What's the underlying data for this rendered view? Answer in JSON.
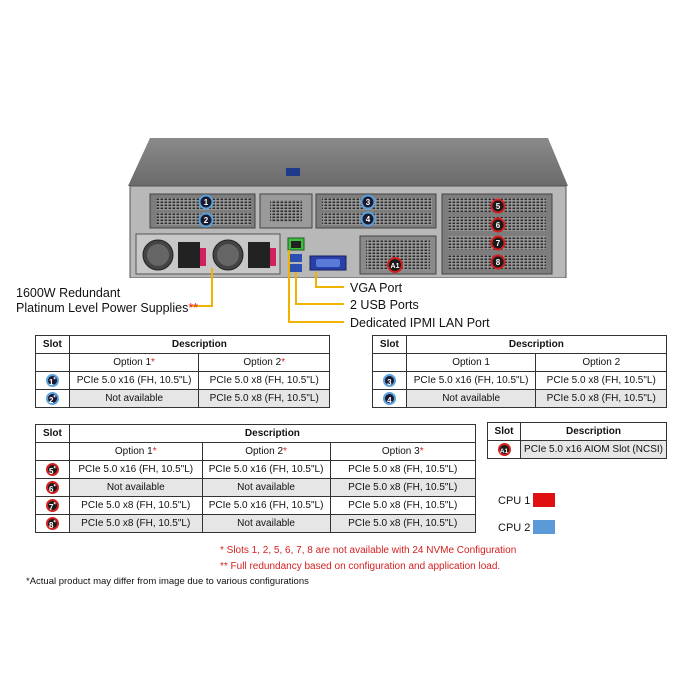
{
  "colors": {
    "cpu1": "#e01010",
    "cpu2": "#5a9ad8",
    "callout_line": "#f0b400",
    "note_red": "#d42020"
  },
  "callouts": {
    "psu_line1": "1600W Redundant",
    "psu_line2": "Platinum Level Power Supplies",
    "psu_star": "**",
    "vga": "VGA Port",
    "usb": "2 USB Ports",
    "ipmi": "Dedicated IPMI  LAN Port"
  },
  "server_badges": {
    "b1": "1",
    "b2": "2",
    "b3": "3",
    "b4": "4",
    "b5": "5",
    "b6": "6",
    "b7": "7",
    "b8": "8",
    "ba1": "A1"
  },
  "table1": {
    "slot_header": "Slot",
    "desc_header": "Description",
    "option1": "Option 1",
    "option1_star": "*",
    "option2": "Option 2",
    "option2_star": "*",
    "rows": [
      {
        "slot": "1",
        "star": "*",
        "opt1": "PCIe 5.0 x16 (FH, 10.5\"L)",
        "opt2": "PCIe 5.0 x8 (FH, 10.5\"L)"
      },
      {
        "slot": "2",
        "star": "*",
        "opt1": "Not available",
        "opt2": "PCIe 5.0 x8 (FH, 10.5\"L)"
      }
    ]
  },
  "table2": {
    "slot_header": "Slot",
    "desc_header": "Description",
    "option1": "Option 1",
    "option2": "Option 2",
    "rows": [
      {
        "slot": "3",
        "opt1": "PCIe 5.0 x16 (FH, 10.5\"L)",
        "opt2": "PCIe 5.0 x8 (FH, 10.5\"L)"
      },
      {
        "slot": "4",
        "opt1": "Not available",
        "opt2": "PCIe 5.0 x8 (FH, 10.5\"L)"
      }
    ]
  },
  "table3": {
    "slot_header": "Slot",
    "desc_header": "Description",
    "option1": "Option 1",
    "option1_star": "*",
    "option2": "Option 2",
    "option2_star": "*",
    "option3": "Option 3",
    "option3_star": "*",
    "rows": [
      {
        "slot": "5",
        "star": "*",
        "opt1": "PCIe 5.0 x16 (FH, 10.5\"L)",
        "opt2": "PCIe 5.0 x16 (FH, 10.5\"L)",
        "opt3": "PCIe 5.0 x8 (FH, 10.5\"L)"
      },
      {
        "slot": "6",
        "star": "*",
        "opt1": "Not available",
        "opt2": "Not available",
        "opt3": "PCIe 5.0 x8 (FH, 10.5\"L)"
      },
      {
        "slot": "7",
        "star": "*",
        "opt1": "PCIe 5.0 x8 (FH, 10.5\"L)",
        "opt2": "PCIe 5.0 x16 (FH, 10.5\"L)",
        "opt3": "PCIe 5.0 x8 (FH, 10.5\"L)"
      },
      {
        "slot": "8",
        "star": "*",
        "opt1": "PCIe 5.0 x8 (FH, 10.5\"L)",
        "opt2": "Not available",
        "opt3": "PCIe 5.0 x8 (FH, 10.5\"L)"
      }
    ]
  },
  "table4": {
    "slot_header": "Slot",
    "desc_header": "Description",
    "rows": [
      {
        "slot": "A1",
        "desc": "PCIe 5.0 x16 AIOM Slot (NCSI)"
      }
    ]
  },
  "legend": {
    "cpu1": "CPU 1",
    "cpu2": "CPU 2"
  },
  "notes": {
    "note1": "* Slots 1, 2, 5, 6, 7, 8 are not available with 24 NVMe Configuration",
    "note2": "**  Full redundancy  based on configuration  and application load."
  },
  "disclaimer": "*Actual product may differ from image due to various configurations"
}
